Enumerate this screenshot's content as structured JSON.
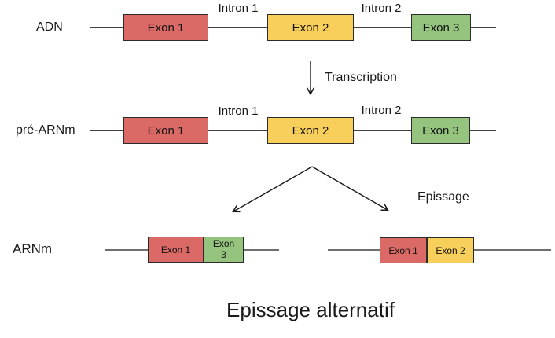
{
  "diagram": {
    "rows": {
      "adn": {
        "label": "ADN",
        "exon1": "Exon 1",
        "exon2": "Exon 2",
        "exon3": "Exon 3",
        "intron1": "Intron 1",
        "intron2": "Intron 2"
      },
      "pre_arnm": {
        "label": "pré-ARNm",
        "exon1": "Exon 1",
        "exon2": "Exon 2",
        "exon3": "Exon 3",
        "intron1": "Intron 1",
        "intron2": "Intron 2"
      },
      "arnm": {
        "label": "ARNm",
        "variant_left": {
          "exon_a": "Exon 1",
          "exon_b_line1": "Exon",
          "exon_b_line2": "3"
        },
        "variant_right": {
          "exon_a": "Exon 1",
          "exon_b": "Exon 2"
        }
      }
    },
    "arrows": {
      "transcription_label": "Transcription",
      "epissage_label": "Epissage"
    },
    "title": "Epissage alternatif",
    "colors": {
      "exon1": "#DB6A66",
      "exon2": "#F9CF5B",
      "exon3": "#94C47D",
      "strand_line": "#404040",
      "mrna_line": "#595959",
      "arrow": "#1a1a1a",
      "text": "#1a1a1a"
    }
  }
}
